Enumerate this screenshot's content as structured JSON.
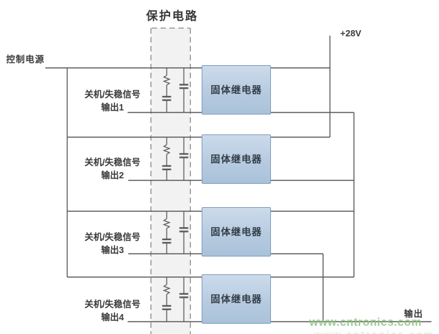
{
  "diagram": {
    "title": "保护电路",
    "control_power": "控制电源",
    "supply": "+28V",
    "relay_label": "固体继电器",
    "rows": [
      {
        "signal": "关机/失稳信号",
        "output": "输出1"
      },
      {
        "signal": "关机/失稳信号",
        "output": "输出2"
      },
      {
        "signal": "关机/失稳信号",
        "output": "输出3"
      },
      {
        "signal": "关机/失稳信号",
        "output": "输出4"
      }
    ],
    "output_label": "输出",
    "colors": {
      "wire": "#595959",
      "boundary_dash": "#858585",
      "boundary_fill": "#f2f2f2",
      "relay_fill_top": "#ccdbeb",
      "relay_fill_bottom": "#a9c2d9",
      "relay_border": "#7d9abc",
      "text": "#3a3a3a",
      "watermark": "#8fc383"
    }
  },
  "watermark": {
    "text": "www.cntronics.com"
  }
}
